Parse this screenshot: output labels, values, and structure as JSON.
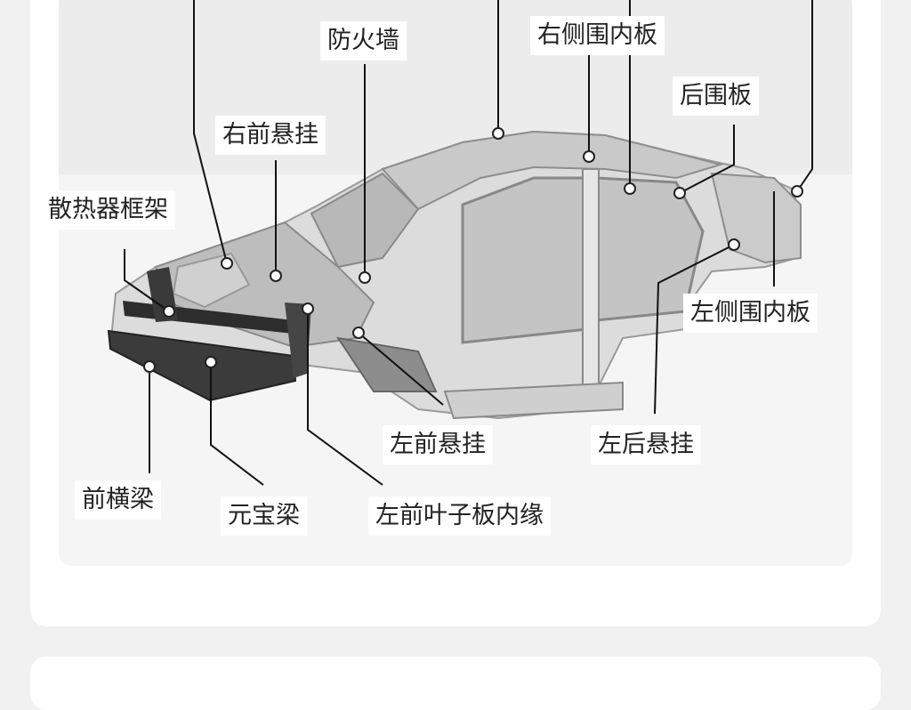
{
  "diagram": {
    "labels": {
      "firewall": "防火墙",
      "right_side_inner_panel": "右侧围内板",
      "rear_panel": "后围板",
      "right_front_suspension": "右前悬挂",
      "radiator_frame": "散热器框架",
      "left_side_inner_panel": "左侧围内板",
      "left_front_suspension": "左前悬挂",
      "left_rear_suspension": "左后悬挂",
      "front_crossbeam": "前横梁",
      "yuanbao_beam": "元宝梁",
      "left_front_fender_inner_edge": "左前叶子板内缘"
    }
  }
}
